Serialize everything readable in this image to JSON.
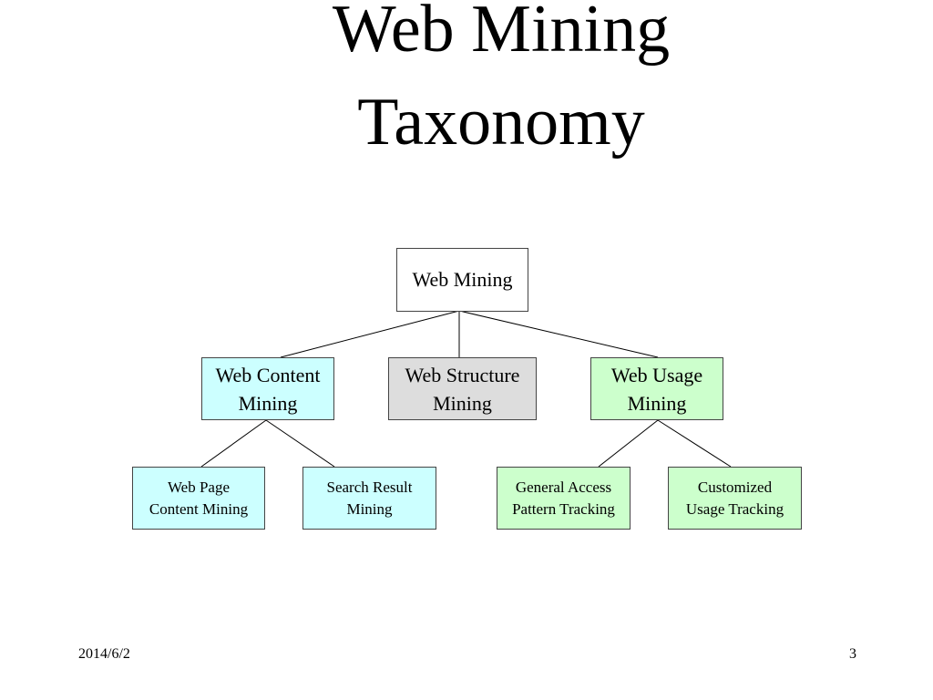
{
  "slide": {
    "title_line1": "Web Mining",
    "title_line2": "Taxonomy",
    "date": "2014/6/2",
    "page_number": "3"
  },
  "diagram": {
    "root": {
      "label": "Web Mining",
      "color": "#ffffff"
    },
    "categories": [
      {
        "label": "Web Content\nMining",
        "color": "#ccffff"
      },
      {
        "label": "Web Structure\nMining",
        "color": "#dddddd"
      },
      {
        "label": "Web Usage\nMining",
        "color": "#ccffcc"
      }
    ],
    "subcategories": [
      {
        "label": "Web Page\nContent Mining",
        "parent": "Web Content Mining",
        "color": "#ccffff"
      },
      {
        "label": "Search Result\nMining",
        "parent": "Web Content Mining",
        "color": "#ccffff"
      },
      {
        "label": "General Access\nPattern Tracking",
        "parent": "Web Usage Mining",
        "color": "#ccffcc"
      },
      {
        "label": "Customized\nUsage Tracking",
        "parent": "Web Usage Mining",
        "color": "#ccffcc"
      }
    ]
  }
}
